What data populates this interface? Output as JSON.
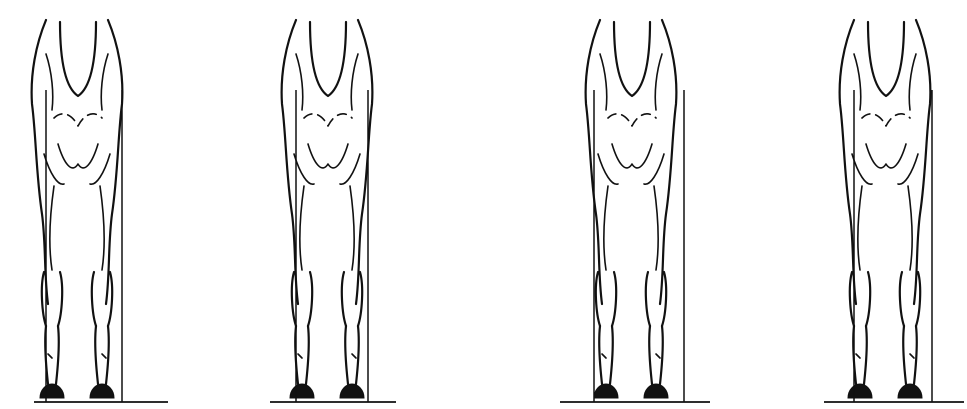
{
  "figure": {
    "panels": [
      {
        "id": "panel-1"
      },
      {
        "id": "panel-2"
      },
      {
        "id": "panel-3"
      },
      {
        "id": "panel-4"
      }
    ],
    "colors": {
      "ink": "#111111",
      "background": "#ffffff"
    }
  }
}
